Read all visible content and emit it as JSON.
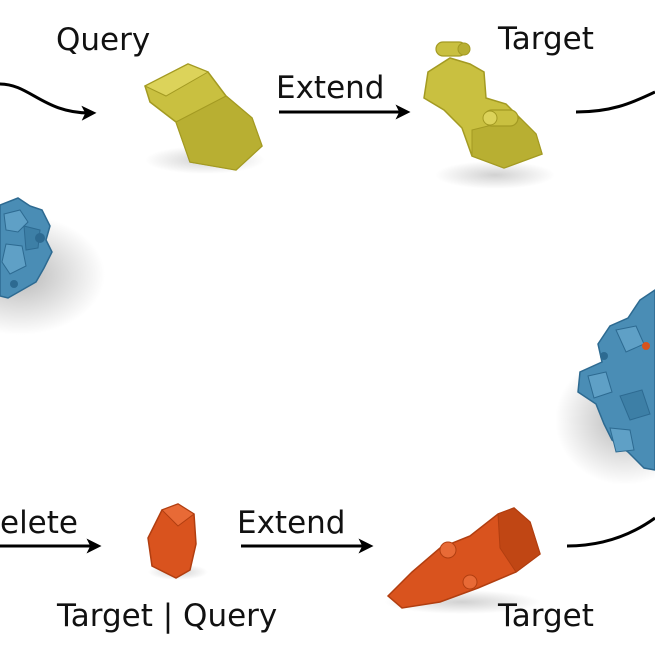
{
  "labels": {
    "top_query": "Query",
    "top_extend": "Extend",
    "top_target": "Target",
    "bottom_delete": "elete",
    "bottom_extend": "Extend",
    "bottom_target_query": "Target | Query",
    "bottom_target": "Target"
  },
  "colors": {
    "yellow_part": "#c9c040",
    "yellow_part_dark": "#a39a22",
    "orange_part": "#d9531e",
    "orange_part_dark": "#b13e10",
    "blue_assembly": "#4a8db5",
    "blue_assembly_dark": "#2d6a91",
    "arrow": "#000000",
    "text": "#111111",
    "background": "#ffffff"
  }
}
